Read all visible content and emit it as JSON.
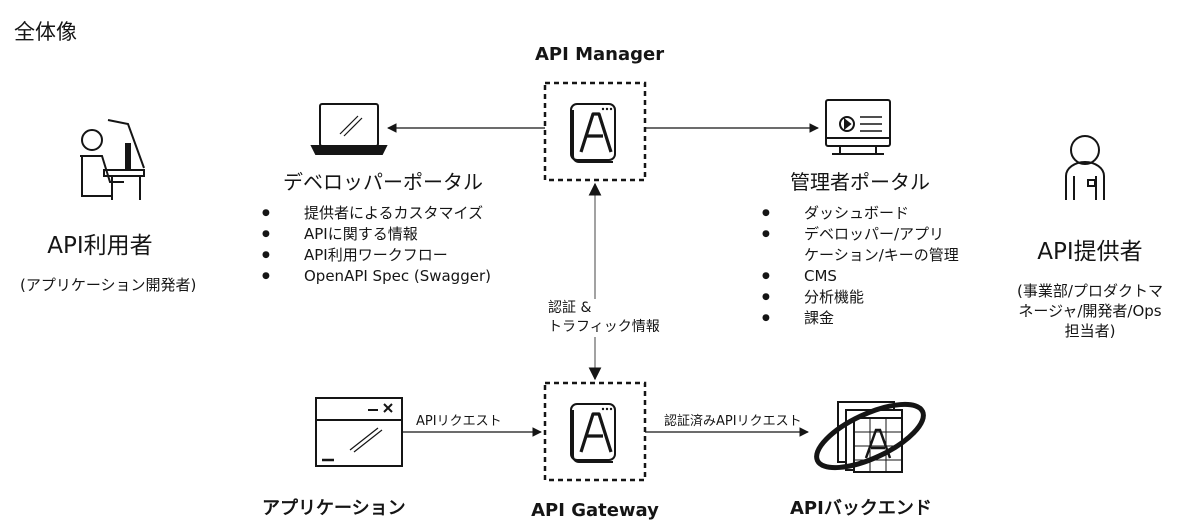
{
  "page_title": "全体像",
  "api_manager": {
    "label": "API Manager",
    "icon": "api-manager-logo-icon"
  },
  "api_gateway": {
    "label": "API Gateway",
    "icon": "api-gateway-logo-icon"
  },
  "developer_portal": {
    "label": "デベロッパーポータル",
    "icon": "laptop-icon",
    "features": [
      "提供者によるカスタマイズ",
      "APIに関する情報",
      "API利用ワークフロー",
      "OpenAPI Spec (Swagger)"
    ]
  },
  "admin_portal": {
    "label": "管理者ポータル",
    "icon": "monitor-icon",
    "features": [
      "ダッシュボード",
      "デベロッパー/アプリ",
      "ケーション/キーの管理",
      "CMS",
      "分析機能",
      "課金"
    ]
  },
  "api_consumer": {
    "label": "API利用者",
    "sub": "(アプリケーション開発者)",
    "icon": "developer-at-desk-icon"
  },
  "api_provider": {
    "label": "API提供者",
    "sub_lines": [
      "(事業部/プロダクトマ",
      "ネージャ/開発者/Ops",
      "担当者)"
    ],
    "icon": "person-icon"
  },
  "application": {
    "label": "アプリケーション",
    "icon": "app-window-icon"
  },
  "api_backend": {
    "label": "APIバックエンド",
    "icon": "backend-cluster-icon"
  },
  "edges": {
    "auth_traffic": [
      "認証 &",
      "トラフィック情報"
    ],
    "api_request": "APIリクエスト",
    "authed_api_request": "認証済みAPIリクエスト"
  }
}
